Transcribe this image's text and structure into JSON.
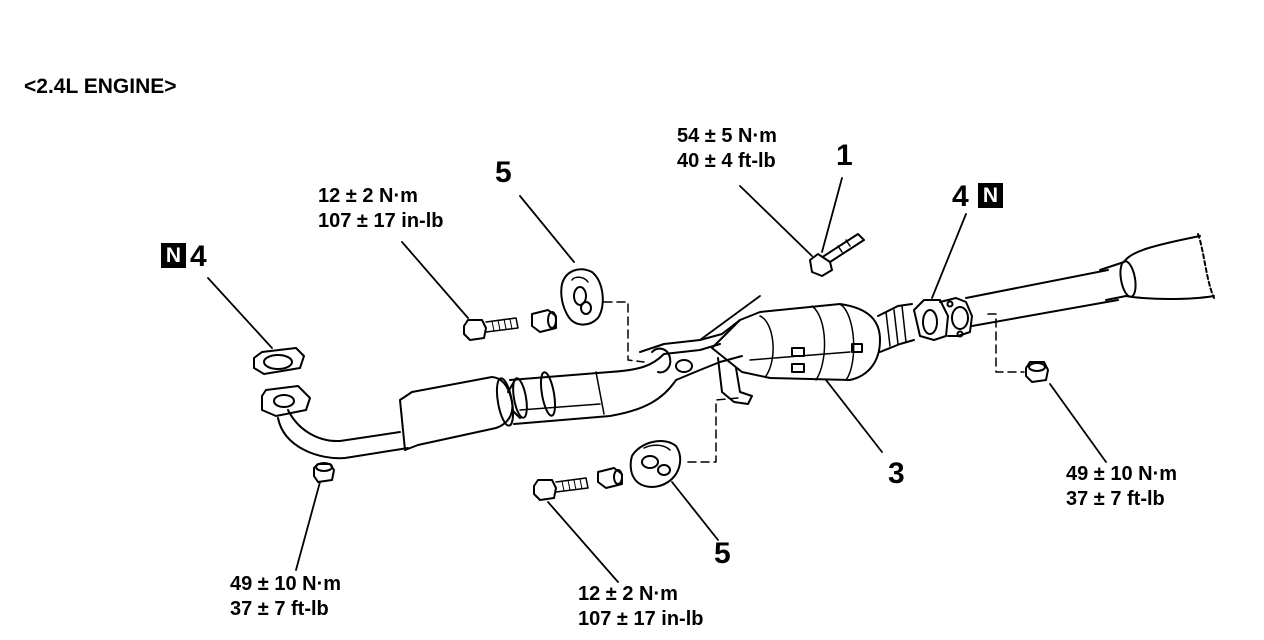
{
  "title": "<2.4L ENGINE>",
  "callouts": {
    "c1": "1",
    "c3": "3",
    "c4_left": "4",
    "c4_right": "4",
    "c5_top": "5",
    "c5_bottom": "5"
  },
  "new_part_badge": "N",
  "torque_specs": {
    "sensor": {
      "metric": "54 ± 5 N·m",
      "imperial": "40 ± 4 ft-lb"
    },
    "hanger_bolt_top": {
      "metric": "12 ± 2 N·m",
      "imperial": "107 ± 17 in-lb"
    },
    "hanger_bolt_bottom": {
      "metric": "12 ± 2 N·m",
      "imperial": "107 ± 17 in-lb"
    },
    "flange_nut_left": {
      "metric": "49 ± 10 N·m",
      "imperial": "37 ± 7 ft-lb"
    },
    "flange_nut_right": {
      "metric": "49 ± 10 N·m",
      "imperial": "37 ± 7 ft-lb"
    }
  }
}
